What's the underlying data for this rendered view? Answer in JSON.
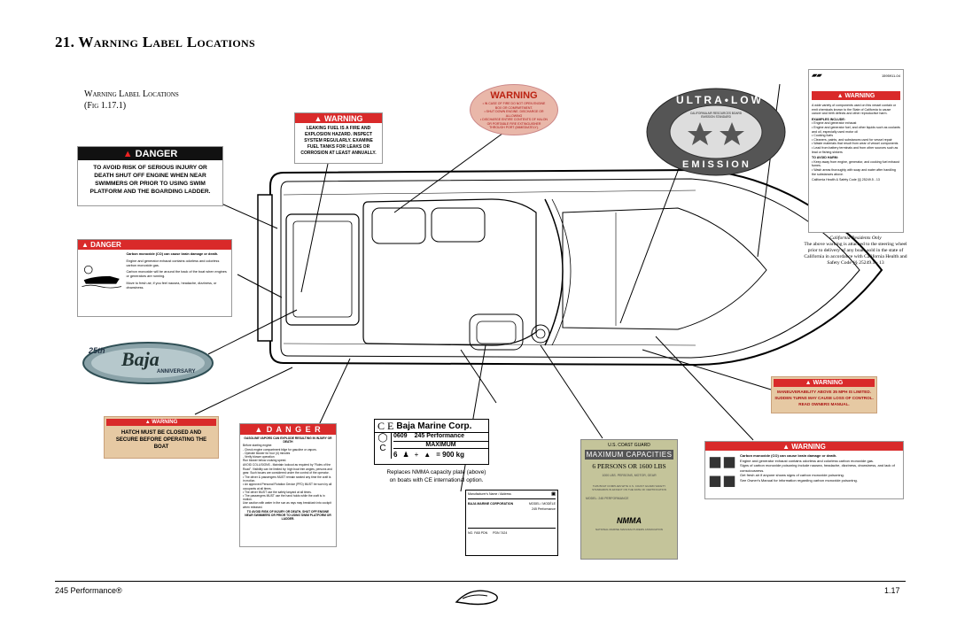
{
  "page": {
    "section_title": "21. Warning Label Locations",
    "figure_caption": "Warning Label Locations",
    "figure_number": "(Fig 1.17.1)",
    "footer_left": "245 Performance®",
    "footer_right": "1.17"
  },
  "labels": {
    "danger_swim": {
      "header": "DANGER",
      "text": "TO AVOID RISK OF SERIOUS INJURY OR DEATH SHUT OFF ENGINE WHEN NEAR SWIMMERS OR PRIOR TO USING SWIM PLATFORM AND THE BOARDING LADDER."
    },
    "warning_fuel": {
      "header": "WARNING",
      "text": "LEAKING FUEL IS A FIRE AND EXPLOSION HAZARD. INSPECT SYSTEM REGULARLY. EXAMINE FUEL TANKS FOR LEAKS OR CORROSION AT LEAST ANNUALLY."
    },
    "warning_oval": {
      "header": "WARNING",
      "lines": [
        "• IN CASE OF FIRE DO NOT OPEN ENGINE",
        "BOX OR COMPARTMENT.",
        "• SHUT DOWN ENGINE. DISCHARGE OR ALLOWING",
        "• DISCHARGE ENTIRE CONTENTS OF HALON",
        "OR PORTABLE FIRE EXTINGUISHER",
        "THROUGH PORT (IMMEDIATELY)."
      ]
    },
    "danger_co": {
      "header": "DANGER",
      "lines": [
        "Carbon monoxide (CO) can cause brain damage or death.",
        "Engine and generator exhaust contains odorless and colorless carbon monoxide gas.",
        "Carbon monoxide will be around the back of the boat when engines or generators are running.",
        "Move to fresh air, if you feel nausea, headache, dizziness, or drowsiness."
      ]
    },
    "ultra_low": {
      "top_text": "ULTRA•LOW",
      "inner_text": "CALIFORNIA AIR RESOURCES BOARD EMISSION STANDARD",
      "bottom_text": "EMISSION"
    },
    "baja_anniversary": {
      "text": "Baja",
      "sub": "ANNIVERSARY",
      "brand": "25th"
    },
    "prop65": {
      "code": "1595911-04",
      "header": "WARNING",
      "body": "A wide variety of components used on this vessel contain or emit chemicals known to the State of California to cause cancer and birth defects and other reproductive harm.",
      "examples_title": "EXAMPLES INCLUDE:",
      "examples": [
        "• Engine and generator exhaust",
        "• Engine and generator fuel, and other liquids such as coolants and oil, especially used motor oil",
        "• Cooking fuels",
        "• Cleaners, paints, and substances used for vessel repair",
        "• Waste materials that result from wear of vessel components",
        "• Lead from battery terminals and from other sources such as lead or fishing sinkers"
      ],
      "avoid_title": "TO AVOID HARM:",
      "avoid": [
        "• Keep away from engine, generator, and cooking fuel exhaust fumes.",
        "• Wash areas thoroughly with soap and water after handling the substances above."
      ],
      "footer": "California Health & Safety Code §§ 25249.5 - 13"
    },
    "prop65_note": {
      "title": "California Residents Only",
      "text": "The above warning is attached to the steering wheel prior to delivery of any boats sold in the state of California in accordance with California Health and Safety Code §§ 25249.5 - 13"
    },
    "warning_hatch": {
      "header": "WARNING",
      "text": "HATCH MUST BE CLOSED AND SECURE BEFORE OPERATING THE BOAT"
    },
    "danger_gasoline": {
      "header": "D A N G E R",
      "lines": [
        "GASOLINE VAPORS CAN EXPLODE RESULTING IN INJURY OR DEATH",
        "Before starting engine:",
        "- Check engine compartment bilge for gasoline or vapors.",
        "- Operate blower for four (4) minutes",
        "- Verify blower operation",
        "Run blower below cruising speed.",
        "AVOID COLLISIONS - Maintain lookout as required by \"Rules of the Road\". Visibility can be limited by: high boat trim angles, persons and gear. Such issues are considered under the control of the operator.",
        "• The driver & passengers MUST remain seated any time the craft is in motion.",
        "• An approved Personal Flotation Device (PFD) MUST be worn by all occupants at all times.",
        "• The driver MUST use the safety lanyard at all times.",
        "• The passengers MUST use the hand holds while the craft is in motion.",
        "Use caution with water in the sun as rays may break/ash into cockpit when released.",
        "TO AVOID RISK OF INJURY OR DEATH, SHUT OFF ENGINE NEAR SWIMMERS OR PRIOR TO USING SWIM PLATFORM OR LADDER."
      ]
    },
    "ce_plate": {
      "brand": "Baja Marine Corp.",
      "ce": "C E",
      "code": "0609",
      "model": "245 Performance",
      "maximum": "MAXIMUM",
      "persons": "6",
      "weight": "= 900 kg",
      "caption_line1": "Replaces NMMA capacity plate (above)",
      "caption_line2": "on boats with CE international option."
    },
    "coast_guard": {
      "header": "U.S. COAST GUARD",
      "title": "MAXIMUM CAPACITIES",
      "persons": "6 PERSONS OR 1600 LBS",
      "sub": "1000 LBS. PERSONS, MOTOR, GEAR",
      "nmma": "NMMA",
      "footer": "NATIONAL MARINE MANUFACTURERS ASSOCIATION",
      "cert_text": "THIS BOAT COMPLIES WITH U.S. COAST GUARD SAFETY STANDARDS IN EFFECT ON THE DATE OF CERTIFICATION",
      "model": "MODEL: 245 PERFORMANCE"
    },
    "warning_co_right": {
      "header": "WARNING",
      "lines": [
        "Carbon monoxide (CO) can cause brain damage or death.",
        "Engine and generator exhaust contains odorless and colorless carbon monoxide gas.",
        "Signs of carbon monoxide poisoning include nausea, headache, dizziness, drowsiness, and lack of consciousness.",
        "Get fresh air if anyone shows signs of carbon monoxide poisoning.",
        "See Owner's Manual for information regarding carbon monoxide poisoning."
      ]
    },
    "warning_maneuver": {
      "header": "WARNING",
      "lines": [
        "MANEUVERABILITY ABOVE 35 MPH IS LIMITED.",
        "SUDDEN TURNS MAY CAUSE LOSS OF CONTROL.",
        "READ OWNERS MANUAL."
      ]
    },
    "compliance_plate": {
      "rows": [
        "Manufacturer's Name / Address",
        "BAJA MARINE CORPORATION",
        "MODEL / MODÈLE",
        "245 Performance",
        "NO. FAB     PDN",
        "PDN 7424"
      ]
    }
  }
}
